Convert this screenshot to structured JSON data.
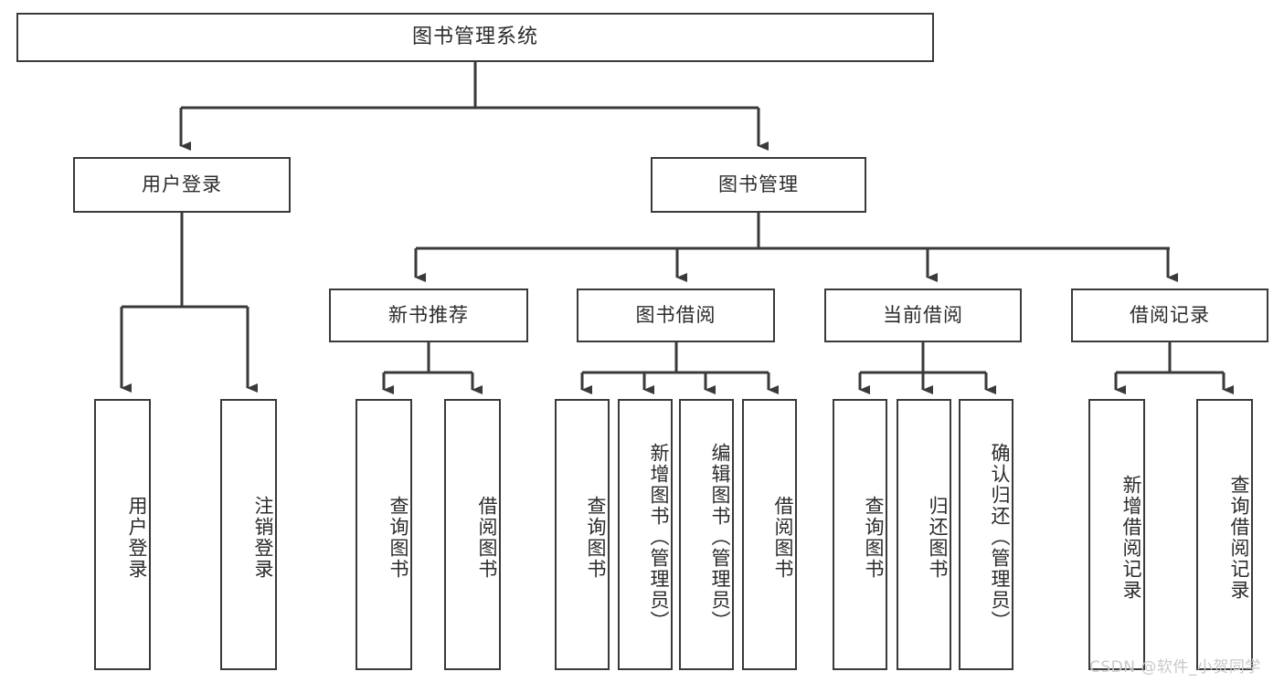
{
  "diagram": {
    "title": "图书管理系统",
    "watermark": "CSDN @软件_小贺同学",
    "colors": {
      "stroke": "#3a3a3a",
      "background": "#ffffff",
      "text": "#2b2b2b",
      "watermark": "#c9c9c9"
    },
    "nodes": {
      "root": "图书管理系统",
      "level1": {
        "user_login": "用户登录",
        "book_manage": "图书管理"
      },
      "level2": {
        "new_book_recommend": "新书推荐",
        "book_borrow": "图书借阅",
        "current_borrow": "当前借阅",
        "borrow_record": "借阅记录"
      },
      "leaves": {
        "user_login_1": "用户登录",
        "user_login_2": "注销登录",
        "new_book_1": "查询图书",
        "new_book_2": "借阅图书",
        "book_borrow_1": "查询图书",
        "book_borrow_2": "新增图书（管理员）",
        "book_borrow_3": "编辑图书（管理员）",
        "book_borrow_4": "借阅图书",
        "current_borrow_1": "查询图书",
        "current_borrow_2": "归还图书",
        "current_borrow_3": "确认归还（管理员）",
        "borrow_record_1": "新增借阅记录",
        "borrow_record_2": "查询借阅记录"
      }
    }
  }
}
